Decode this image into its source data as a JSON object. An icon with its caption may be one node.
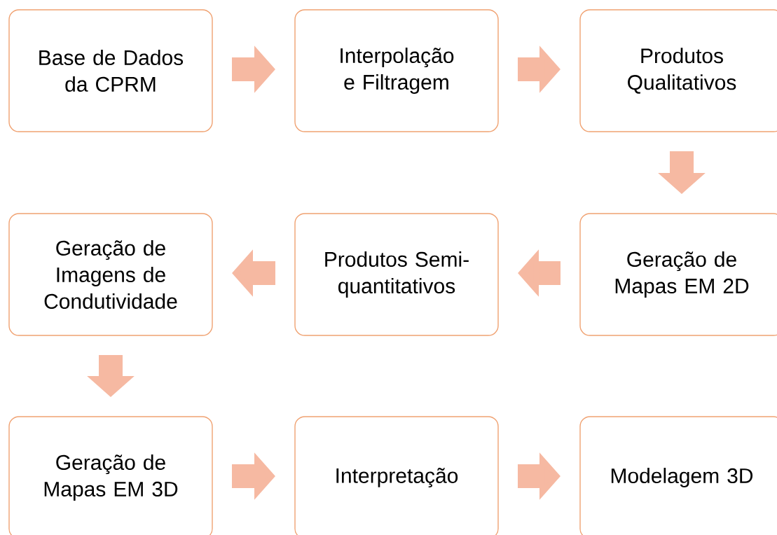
{
  "diagram": {
    "nodes": [
      {
        "text": [
          "Base de Dados da CPRM"
        ]
      },
      {
        "text": [
          "Interpolação e Filtragem"
        ]
      },
      {
        "text": [
          "Produtos Qualitativos"
        ]
      },
      {
        "text": [
          "Geração de Imagens de Condutividade"
        ]
      },
      {
        "text": [
          "Produtos Semi-quantitativos"
        ]
      },
      {
        "text": [
          "Geração de Mapas EM 2D"
        ]
      },
      {
        "text": [
          "Geração de Mapas EM 3D"
        ]
      },
      {
        "text": [
          "Interpretação"
        ]
      },
      {
        "text": [
          "Modelagem 3D"
        ]
      }
    ],
    "edges": [
      {
        "from": 0,
        "to": 1,
        "arrow": "to"
      },
      {
        "from": 1,
        "to": 2,
        "arrow": "to"
      },
      {
        "from": 2,
        "to": 5,
        "arrow": "to"
      },
      {
        "from": 5,
        "to": 4,
        "arrow": "to"
      },
      {
        "from": 4,
        "to": 3,
        "arrow": "to"
      },
      {
        "from": 3,
        "to": 6,
        "arrow": "to"
      },
      {
        "from": 6,
        "to": 7,
        "arrow": "to"
      },
      {
        "from": 7,
        "to": 8,
        "arrow": "to"
      }
    ]
  }
}
